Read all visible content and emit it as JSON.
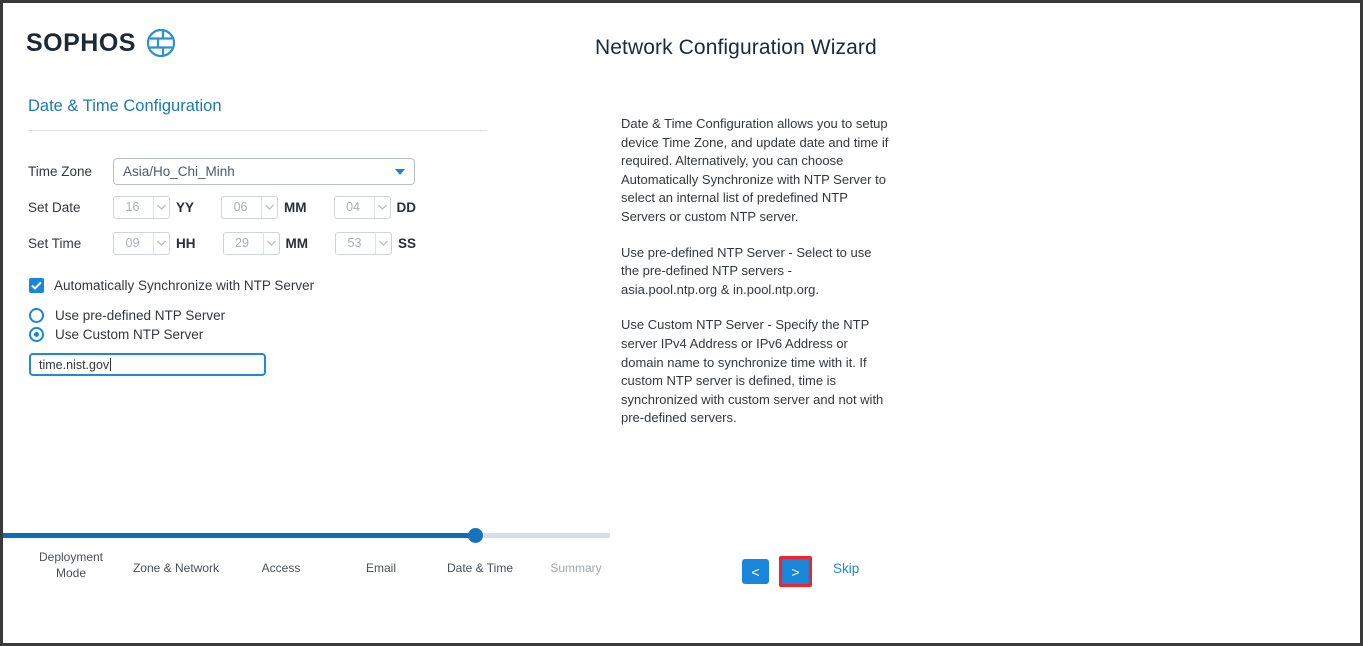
{
  "brand": {
    "name": "SOPHOS",
    "logo_icon": "sophos-globe-icon",
    "accent_blue": "#1a86d9",
    "dark_navy": "#1d2a35"
  },
  "header": {
    "wizard_title": "Network Configuration Wizard"
  },
  "panel": {
    "section_title": "Date & Time Configuration",
    "timezone": {
      "label": "Time Zone",
      "value": "Asia/Ho_Chi_Minh",
      "caret_icon": "chevron-down-icon"
    },
    "set_date": {
      "label": "Set Date",
      "fields": [
        {
          "value": "16",
          "unit": "YY",
          "disabled": true
        },
        {
          "value": "06",
          "unit": "MM",
          "disabled": true
        },
        {
          "value": "04",
          "unit": "DD",
          "disabled": true
        }
      ]
    },
    "set_time": {
      "label": "Set Time",
      "fields": [
        {
          "value": "09",
          "unit": "HH",
          "disabled": true
        },
        {
          "value": "29",
          "unit": "MM",
          "disabled": true
        },
        {
          "value": "53",
          "unit": "SS",
          "disabled": true
        }
      ]
    },
    "auto_sync": {
      "label": "Automatically Synchronize with NTP Server",
      "checked": true,
      "icon": "checkbox-checked-icon"
    },
    "ntp_mode": {
      "options": [
        {
          "label": "Use pre-defined NTP Server",
          "selected": false
        },
        {
          "label": "Use Custom NTP Server",
          "selected": true
        }
      ]
    },
    "custom_ntp": {
      "value": "time.nist.gov",
      "focused": true
    }
  },
  "description": {
    "paragraphs": [
      "Date & Time Configuration allows you to setup device Time Zone, and update date and time if required. Alternatively, you can choose Automatically Synchronize with NTP Server to select an internal list of predefined NTP Servers or custom NTP server.",
      "Use pre-defined NTP Server - Select to use the pre-defined NTP servers - asia.pool.ntp.org & in.pool.ntp.org.",
      "Use Custom NTP Server - Specify the NTP server IPv4 Address or IPv6 Address or domain name to synchronize time with it. If custom NTP server is defined, time is synchronized with custom server and not with pre-defined servers."
    ]
  },
  "stepper": {
    "steps": [
      {
        "label": "Deployment Mode",
        "state": "done"
      },
      {
        "label": "Zone & Network",
        "state": "done"
      },
      {
        "label": "Access",
        "state": "done"
      },
      {
        "label": "Email",
        "state": "done"
      },
      {
        "label": "Date & Time",
        "state": "current"
      },
      {
        "label": "Summary",
        "state": "upcoming"
      }
    ],
    "progress_percent": 78
  },
  "footer": {
    "prev_label": "<",
    "next_label": ">",
    "skip_label": "Skip",
    "next_highlight_color": "#f5222d"
  }
}
